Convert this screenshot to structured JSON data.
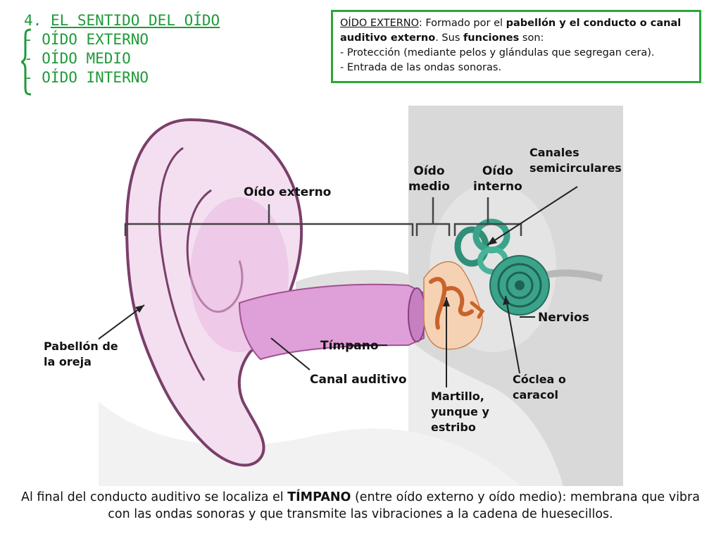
{
  "title": {
    "number": "4.",
    "heading": "EL SENTIDO DEL OÍDO",
    "items": [
      "- OÍDO EXTERNO",
      "- OÍDO MEDIO",
      "- OÍDO INTERNO"
    ]
  },
  "info_box": {
    "term": "OÍDO EXTERNO",
    "t1": ": Formado por el ",
    "b1": "pabellón y el conducto o canal auditivo externo",
    "t2": ". Sus ",
    "b2": "funciones",
    "t3": " son:",
    "bullets": [
      "- Protección (mediante pelos y glándulas que segregan cera).",
      "- Entrada de las ondas sonoras."
    ]
  },
  "figure": {
    "labels": {
      "oido_externo": "Oído externo",
      "oido_medio_1": "Oído",
      "oido_medio_2": "medio",
      "oido_interno_1": "Oído",
      "oido_interno_2": "interno",
      "timpano": "Tímpano",
      "canal_auditivo": "Canal auditivo",
      "nervios": "Nervios"
    },
    "annotations": {
      "canales_1": "Canales",
      "canales_2": "semicirculares",
      "pabellon_1": "Pabellón de",
      "pabellon_2": "la oreja",
      "martillo_1": "Martillo,",
      "martillo_2": "yunque y",
      "martillo_3": "estribo",
      "coclea_1": "Cóclea o",
      "coclea_2": "caracol"
    }
  },
  "caption": {
    "t1": "Al final del conducto auditivo se localiza el ",
    "b1": "TÍMPANO",
    "t2": " (entre oído externo y oído medio): membrana que vibra con las ondas sonoras y que transmite las vibraciones a la cadena de huesecillos."
  },
  "colors": {
    "accent_green": "#1f9a3a",
    "box_border": "#2aa83b",
    "ear_pink": "#d98fd0",
    "inner_teal": "#3aa38a",
    "bone_orange": "#e9a070"
  }
}
